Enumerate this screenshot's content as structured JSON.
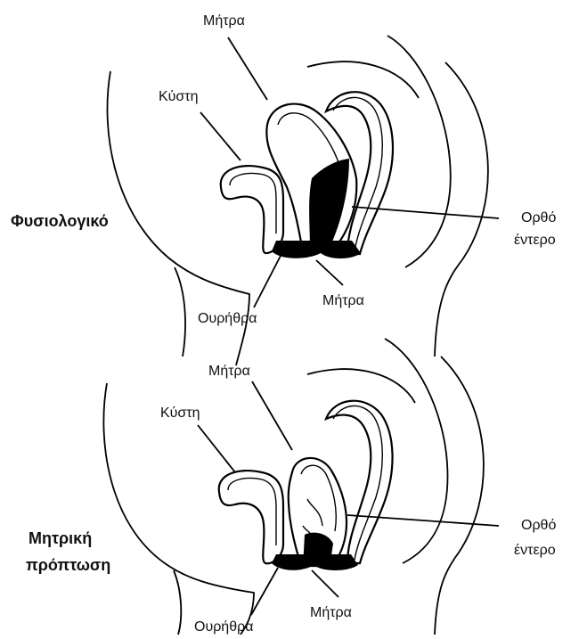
{
  "diagram": {
    "normal": {
      "title": "Φυσιολογικό",
      "labels": {
        "uterus_top": "Μήτρα",
        "bladder": "Κύστη",
        "rectum_line1": "Ορθό",
        "rectum_line2": "έντερο",
        "urethra": "Ουρήθρα",
        "uterus_bottom": "Μήτρα"
      }
    },
    "prolapse": {
      "title_line1": "Μητρική",
      "title_line2": "πρόπτωση",
      "labels": {
        "uterus_top": "Μήτρα",
        "bladder": "Κύστη",
        "rectum_line1": "Ορθό",
        "rectum_line2": "έντερο",
        "urethra": "Ουρήθρα",
        "uterus_bottom": "Μήτρα"
      }
    }
  }
}
